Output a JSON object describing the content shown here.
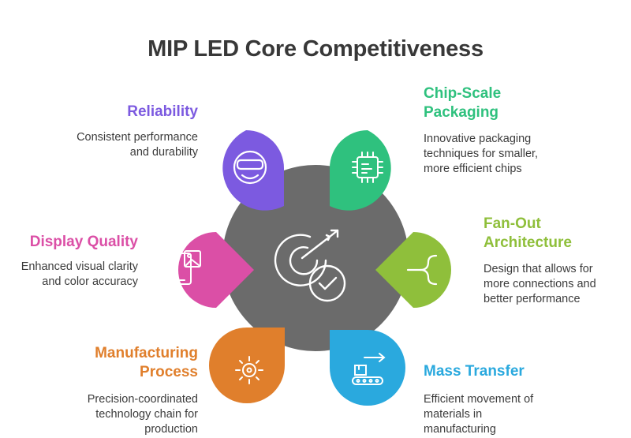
{
  "title": "MIP LED Core Competitiveness",
  "colors": {
    "hub": "#6b6b6b",
    "reliability": "#7c5ae0",
    "chip": "#2fc17e",
    "fanout": "#8fbf3b",
    "mass": "#2aa9de",
    "manufacturing": "#e07f2c",
    "display": "#db4fa6"
  },
  "items": {
    "reliability": {
      "title": "Reliability",
      "desc": [
        "Consistent performance",
        "and durability"
      ],
      "icon": "vr-goggles-icon"
    },
    "chip": {
      "title": [
        "Chip-Scale",
        "Packaging"
      ],
      "desc": [
        "Innovative packaging",
        "techniques for smaller,",
        "more efficient chips"
      ],
      "icon": "chip-icon"
    },
    "fanout": {
      "title": [
        "Fan-Out",
        "Architecture"
      ],
      "desc": [
        "Design that allows for",
        "more connections and",
        "better performance"
      ],
      "icon": "fork-icon"
    },
    "mass": {
      "title": "Mass Transfer",
      "desc": [
        "Efficient movement of",
        "materials in",
        "manufacturing"
      ],
      "icon": "conveyor-icon"
    },
    "manufacturing": {
      "title": [
        "Manufacturing",
        "Process"
      ],
      "desc": [
        "Precision-coordinated",
        "technology chain for",
        "production"
      ],
      "icon": "sun-gear-icon"
    },
    "display": {
      "title": "Display Quality",
      "desc": [
        "Enhanced visual clarity",
        "and color accuracy"
      ],
      "icon": "phone-image-icon"
    }
  },
  "hub_icon": "target-check-icon"
}
